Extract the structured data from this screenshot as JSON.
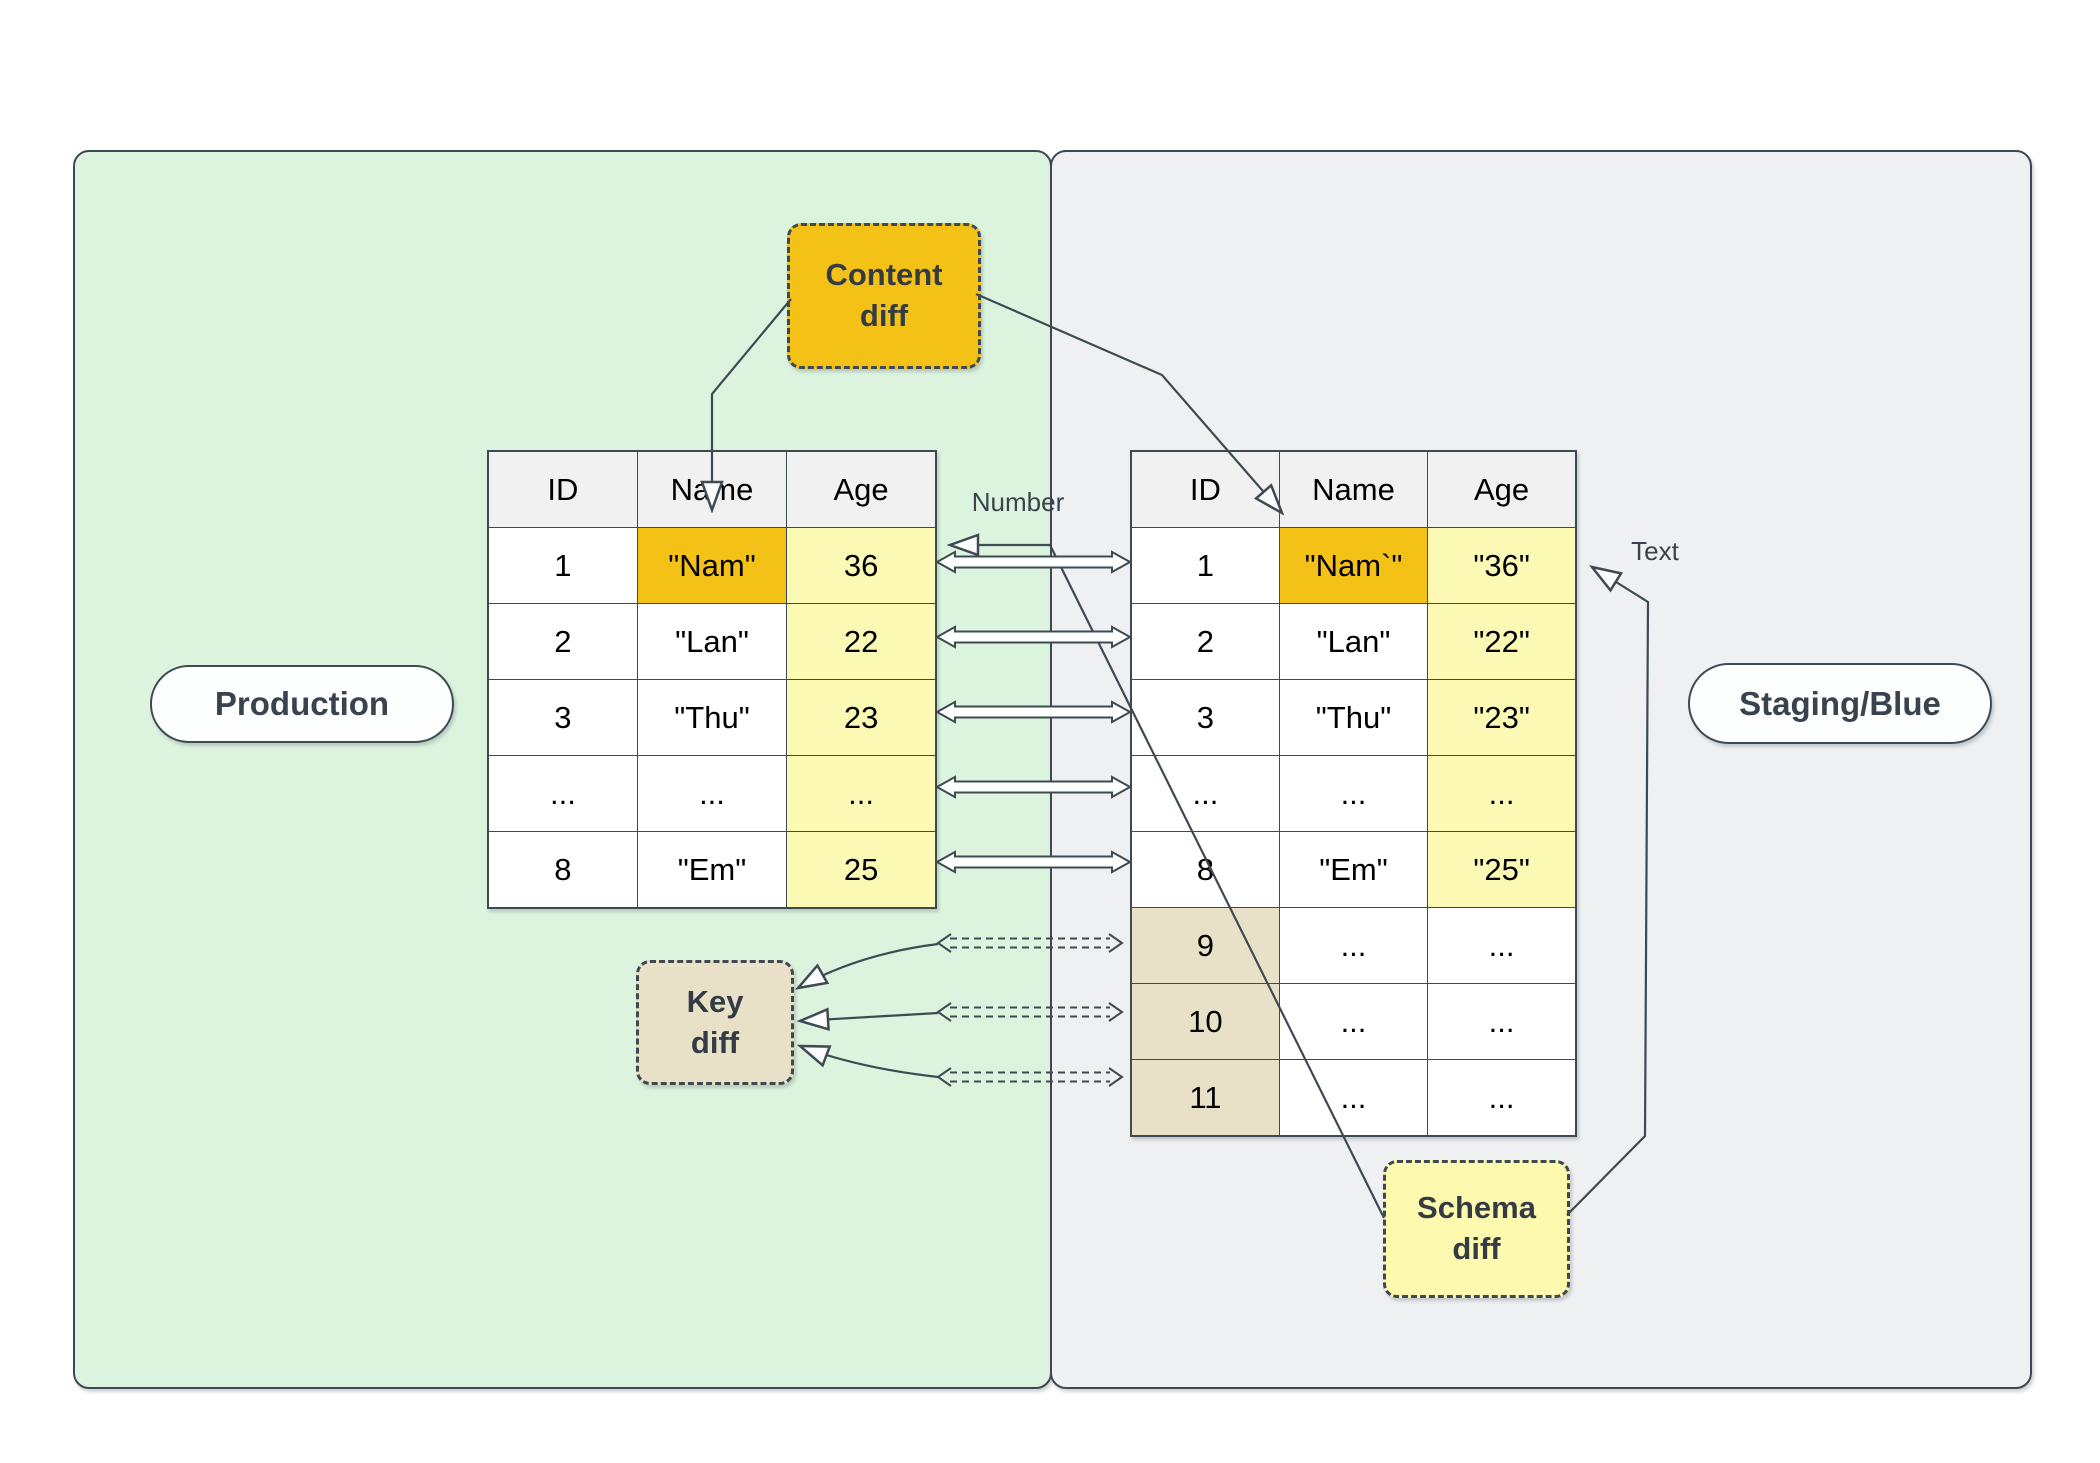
{
  "diagram": {
    "left_panel": {
      "label": "Production"
    },
    "right_panel": {
      "label": "Staging/Blue"
    },
    "boxes": {
      "content_diff": {
        "label": "Content\ndiff"
      },
      "key_diff": {
        "label": "Key\ndiff"
      },
      "schema_diff": {
        "label": "Schema\ndiff"
      }
    },
    "annotations": {
      "number": "Number",
      "text": "Text"
    },
    "colors": {
      "panel_green": "#dcf4de",
      "panel_gray": "#eef0f2",
      "content_diff_amber": "#f4c117",
      "type_diff_yellow": "#fcf9b5",
      "key_diff_tan": "#e9e1c7",
      "line": "#3e4a52",
      "header_gray": "#f1f1f2"
    },
    "left_table": {
      "headers": [
        "ID",
        "Name",
        "Age"
      ],
      "rows": [
        [
          {
            "t": "1"
          },
          {
            "t": "\"Nam\"",
            "s": "amber"
          },
          {
            "t": "36",
            "s": "yellow"
          }
        ],
        [
          {
            "t": "2"
          },
          {
            "t": "\"Lan\""
          },
          {
            "t": "22",
            "s": "yellow"
          }
        ],
        [
          {
            "t": "3"
          },
          {
            "t": "\"Thu\""
          },
          {
            "t": "23",
            "s": "yellow"
          }
        ],
        [
          {
            "t": "..."
          },
          {
            "t": "..."
          },
          {
            "t": "...",
            "s": "yellow"
          }
        ],
        [
          {
            "t": "8"
          },
          {
            "t": "\"Em\""
          },
          {
            "t": "25",
            "s": "yellow"
          }
        ]
      ]
    },
    "right_table": {
      "headers": [
        "ID",
        "Name",
        "Age"
      ],
      "rows": [
        [
          {
            "t": "1"
          },
          {
            "t": "\"Nam`\"",
            "s": "amber"
          },
          {
            "t": "\"36\"",
            "s": "yellow"
          }
        ],
        [
          {
            "t": "2"
          },
          {
            "t": "\"Lan\""
          },
          {
            "t": "\"22\"",
            "s": "yellow"
          }
        ],
        [
          {
            "t": "3"
          },
          {
            "t": "\"Thu\""
          },
          {
            "t": "\"23\"",
            "s": "yellow"
          }
        ],
        [
          {
            "t": "..."
          },
          {
            "t": "..."
          },
          {
            "t": "...",
            "s": "yellow"
          }
        ],
        [
          {
            "t": "8"
          },
          {
            "t": "\"Em\""
          },
          {
            "t": "\"25\"",
            "s": "yellow"
          }
        ],
        [
          {
            "t": "9",
            "s": "tan"
          },
          {
            "t": "..."
          },
          {
            "t": "..."
          }
        ],
        [
          {
            "t": "10",
            "s": "tan"
          },
          {
            "t": "..."
          },
          {
            "t": "..."
          }
        ],
        [
          {
            "t": "11",
            "s": "tan"
          },
          {
            "t": "..."
          },
          {
            "t": "..."
          }
        ]
      ]
    }
  }
}
